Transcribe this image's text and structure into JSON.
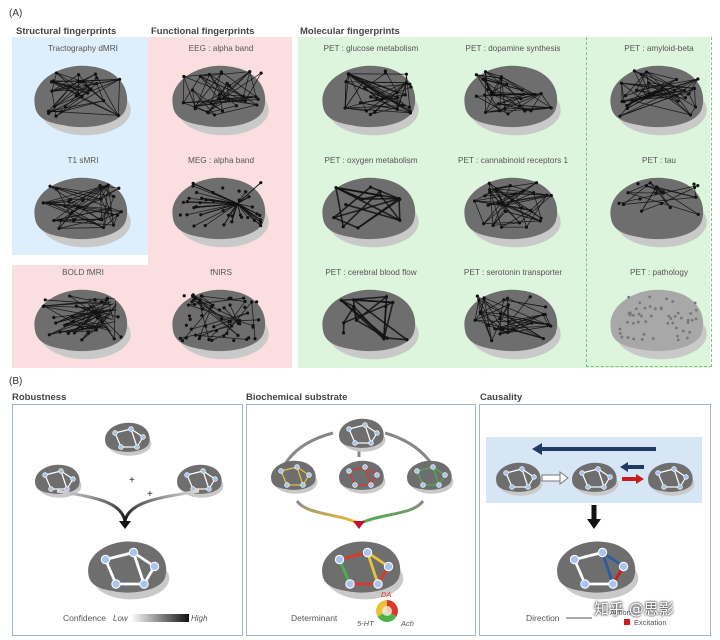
{
  "panel_a": {
    "letter": "(A)",
    "structural_title": "Structural fingerprints",
    "functional_title": "Functional fingerprints",
    "molecular_title": "Molecular fingerprints",
    "tiles": [
      {
        "label": "Tractography dMRI",
        "style": "dense-black"
      },
      {
        "label": "T1 sMRI",
        "style": "dense-black"
      },
      {
        "label": "EEG : alpha band",
        "style": "dense-black"
      },
      {
        "label": "MEG : alpha band",
        "style": "hub-black"
      },
      {
        "label": "BOLD fMRI",
        "style": "front-black"
      },
      {
        "label": "fNIRS",
        "style": "cloud-black"
      },
      {
        "label": "PET : glucose metabolism",
        "style": "dense-black"
      },
      {
        "label": "PET : dopamine synthesis",
        "style": "dense-black"
      },
      {
        "label": "PET : amyloid-beta",
        "style": "dense-black"
      },
      {
        "label": "PET : oxygen metabolism",
        "style": "sparse-black"
      },
      {
        "label": "PET : cannabinoid receptors 1",
        "style": "dense-black"
      },
      {
        "label": "PET : tau",
        "style": "medium-black"
      },
      {
        "label": "PET : cerebral blood flow",
        "style": "sparse-black"
      },
      {
        "label": "PET : serotonin transporter",
        "style": "dense-black"
      },
      {
        "label": "PET : pathology",
        "style": "grey-dots"
      }
    ]
  },
  "panel_b": {
    "letter": "(B)",
    "robustness": {
      "title": "Robustness",
      "plus_1": "+",
      "plus_2": "+",
      "confidence_label": "Confidence",
      "low_label": "Low",
      "high_label": "High"
    },
    "biochemical": {
      "title": "Biochemical substrate",
      "determinant_label": "Determinant",
      "da_label": "DA",
      "ht_label": "5-HT",
      "ach_label": "Ach"
    },
    "causality": {
      "title": "Causality",
      "direction_label": "Direction",
      "action_label": "Action",
      "excitation_label": "Excitation"
    }
  },
  "watermark": "知乎 @思影",
  "colors": {
    "blue_region": "#ddeefc",
    "pink_region": "#fbdfe0",
    "green_region": "#dcf5dc",
    "brain_grey": "#6e6e6e",
    "causality_arrow": "#1f3a63",
    "excitation": "#cc1b1b",
    "inhibition": "#2b5aa8",
    "da": "#d93a2a",
    "ht": "#e8c23a",
    "ach": "#4db04a"
  }
}
